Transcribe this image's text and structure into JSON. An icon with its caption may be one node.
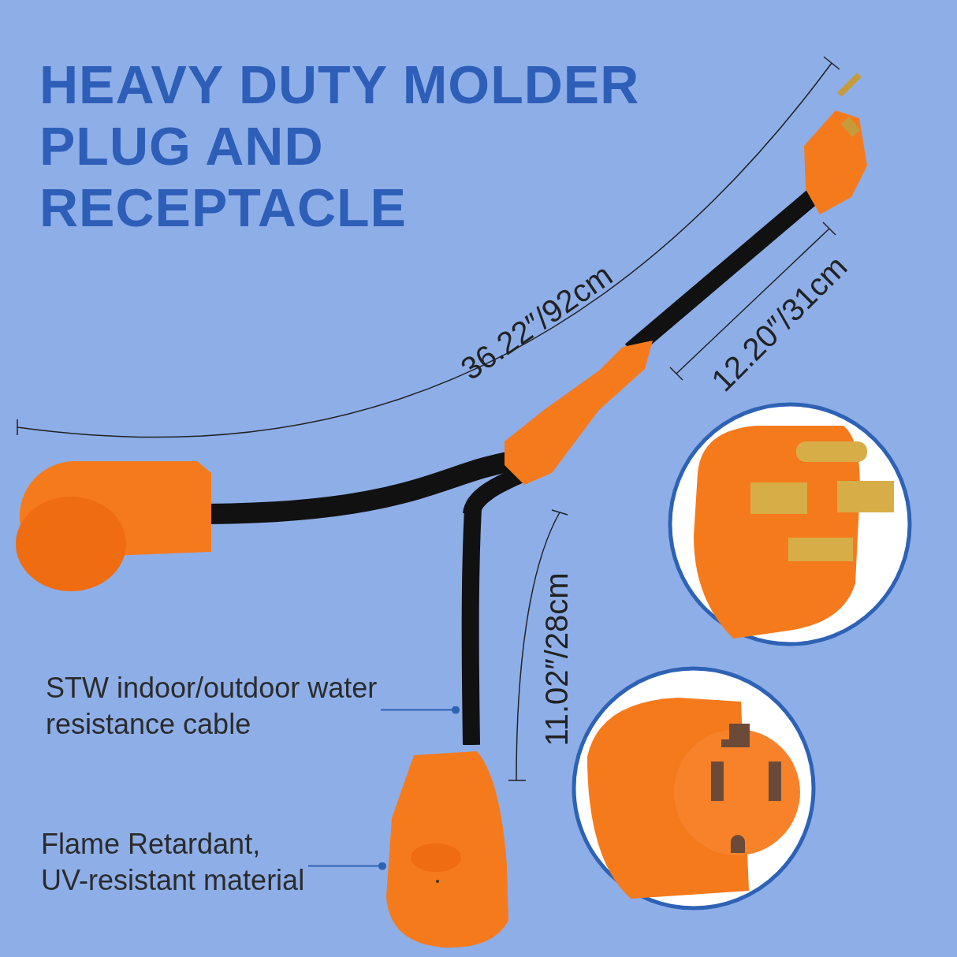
{
  "diagram": {
    "title": "HEAVY DUTY MOLDER PLUG AND RECEPTACLE",
    "nodes": [
      {
        "text": [
          "STW indoor/outdoor water resistance cable"
        ]
      },
      {
        "text": [],
        "shape": "picture"
      },
      {
        "text": [
          "Flame Retardant, UV-resistant material"
        ]
      },
      {
        "text": [],
        "shape": "picture"
      }
    ],
    "edges": [
      {
        "from": 0,
        "to": 1,
        "arrow": "other"
      },
      {
        "from": 2,
        "to": 3,
        "arrow": "other"
      }
    ],
    "labels": [
      "36.22″/92cm",
      "12.20″/31cm",
      "11.02″/28cm"
    ]
  }
}
